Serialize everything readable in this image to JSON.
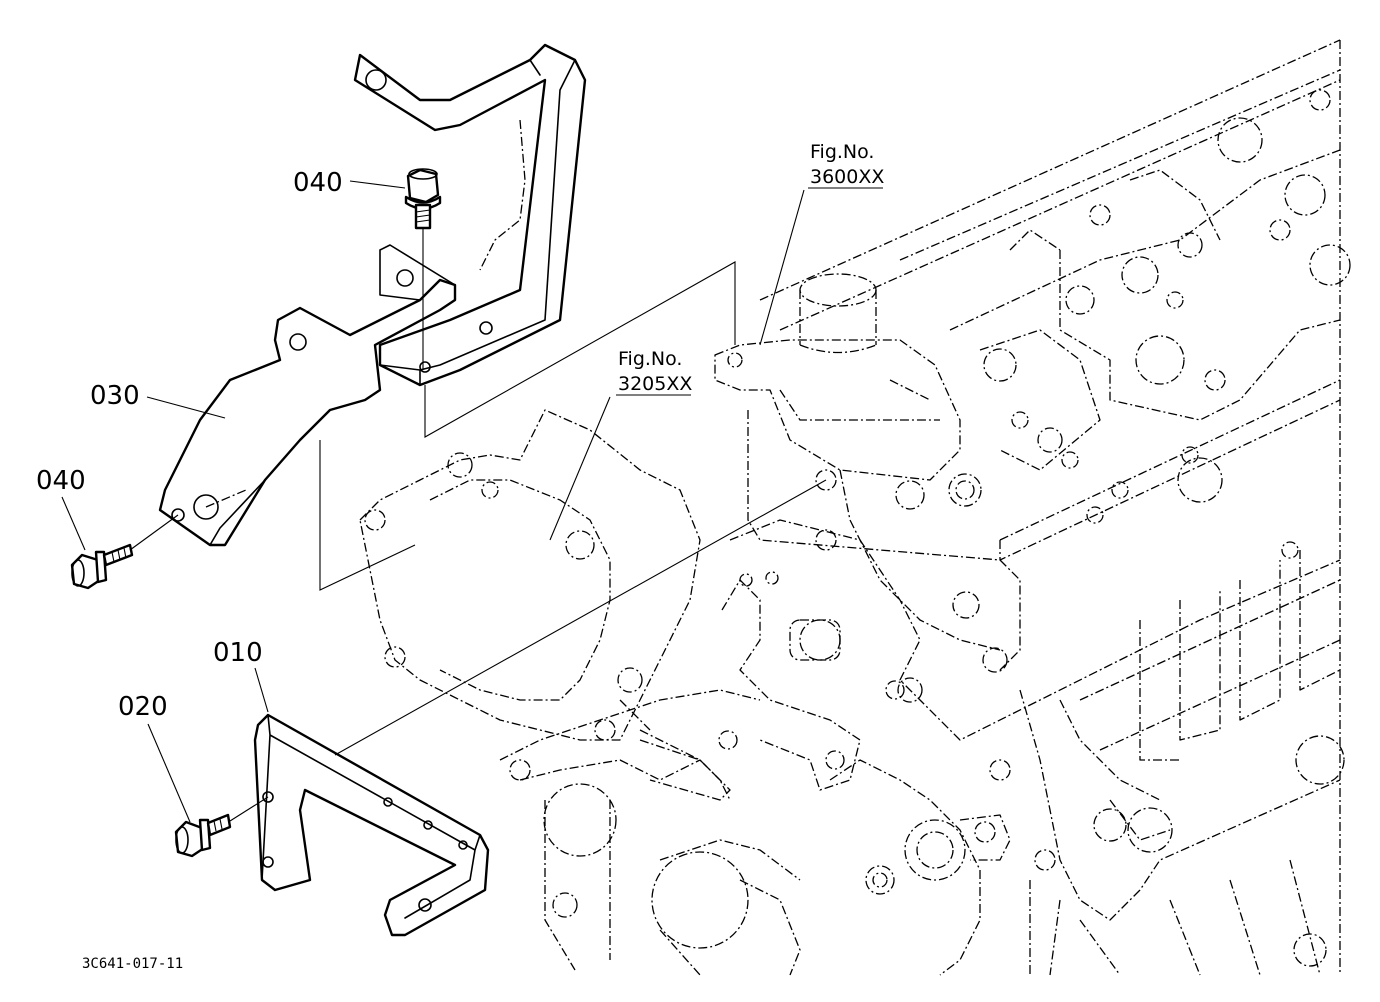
{
  "diagram": {
    "part_labels": {
      "p010": "010",
      "p020": "020",
      "p030": "030",
      "p040_top": "040",
      "p040_left": "040"
    },
    "fig_refs": [
      {
        "caption": "Fig.No.",
        "number": "3600XX"
      },
      {
        "caption": "Fig.No.",
        "number": "3205XX"
      }
    ],
    "drawing_code": "3C641-017-11"
  }
}
